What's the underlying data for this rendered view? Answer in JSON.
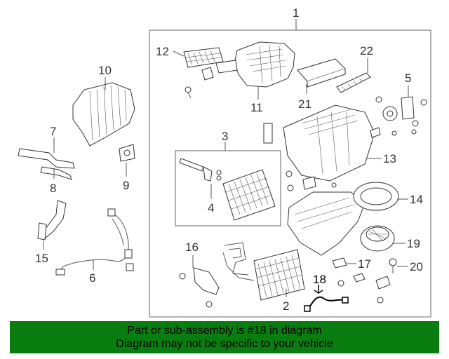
{
  "diagram": {
    "labels": {
      "n1": "1",
      "n2": "2",
      "n3": "3",
      "n4": "4",
      "n5": "5",
      "n6": "6",
      "n7": "7",
      "n8": "8",
      "n9": "9",
      "n10": "10",
      "n11": "11",
      "n12": "12",
      "n13": "13",
      "n14": "14",
      "n15": "15",
      "n16": "16",
      "n17": "17",
      "n18": "18",
      "n19": "19",
      "n20": "20",
      "n21": "21",
      "n22": "22"
    }
  },
  "banner": {
    "line1": "Part or sub-assembly is #18 in diagram",
    "line2": "Diagram may not be specific to your vehicle"
  },
  "colors": {
    "banner_bg": "#0a7d10",
    "line": "#555555"
  }
}
